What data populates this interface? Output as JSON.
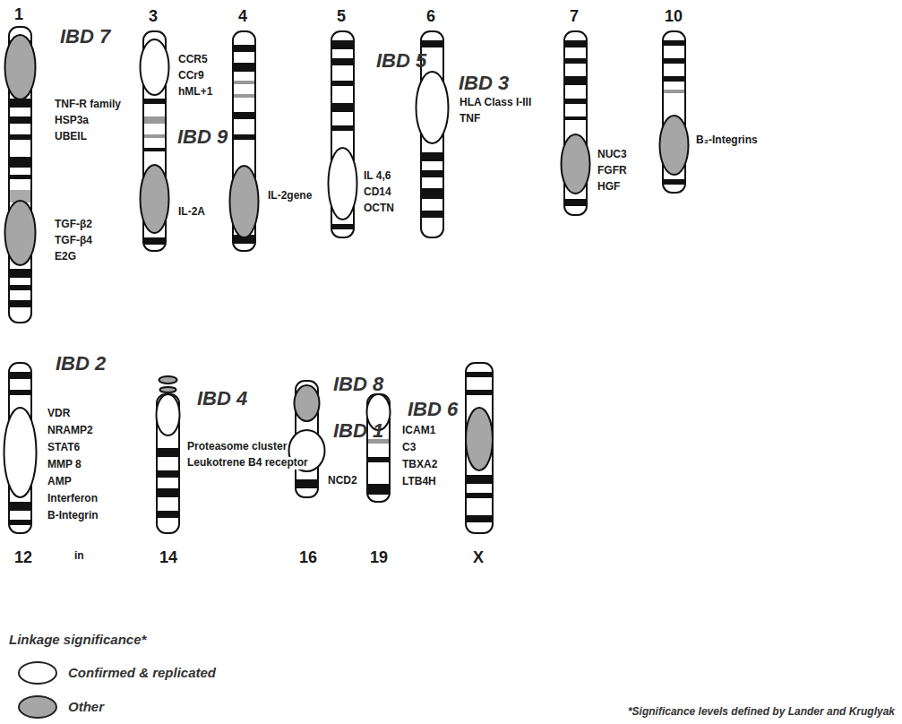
{
  "diagram": {
    "labels": [
      "1",
      "3",
      "4",
      "5",
      "6",
      "7",
      "10",
      "IBD 7",
      "TNF-R family",
      "HSP3a",
      "UBEIL",
      "TGF-β2",
      "TGF-β4",
      "E2G",
      "CCR5",
      "CCr9",
      "hML+1",
      "IBD 9",
      "IL-2A",
      "IL-2gene",
      "IBD 5",
      "IL 4,6",
      "CD14",
      "OCTN",
      "IBD 3",
      "HLA Class I-III",
      "TNF",
      "NUC3",
      "FGFR",
      "HGF",
      "B₂-Integrins",
      "12",
      "in",
      "14",
      "16",
      "19",
      "X",
      "IBD 2",
      "VDR",
      "NRAMP2",
      "STAT6",
      "MMP 8",
      "AMP",
      "Interferon",
      "B-Integrin",
      "IBD 4",
      "Proteasome cluster",
      "Leukotrene B4 receptor",
      "IBD 8",
      "IBD 1",
      "NCD2",
      "IBD 6",
      "ICAM1",
      "C3",
      "TBXA2",
      "LTB4H",
      "Linkage significance*",
      "*Significance levels defined by Lander and Kruglyak"
    ],
    "legend": [
      {
        "text": "Confirmed & replicated",
        "color": "#ffffff"
      },
      {
        "text": "Other",
        "color": "#a6a6a6"
      }
    ]
  }
}
